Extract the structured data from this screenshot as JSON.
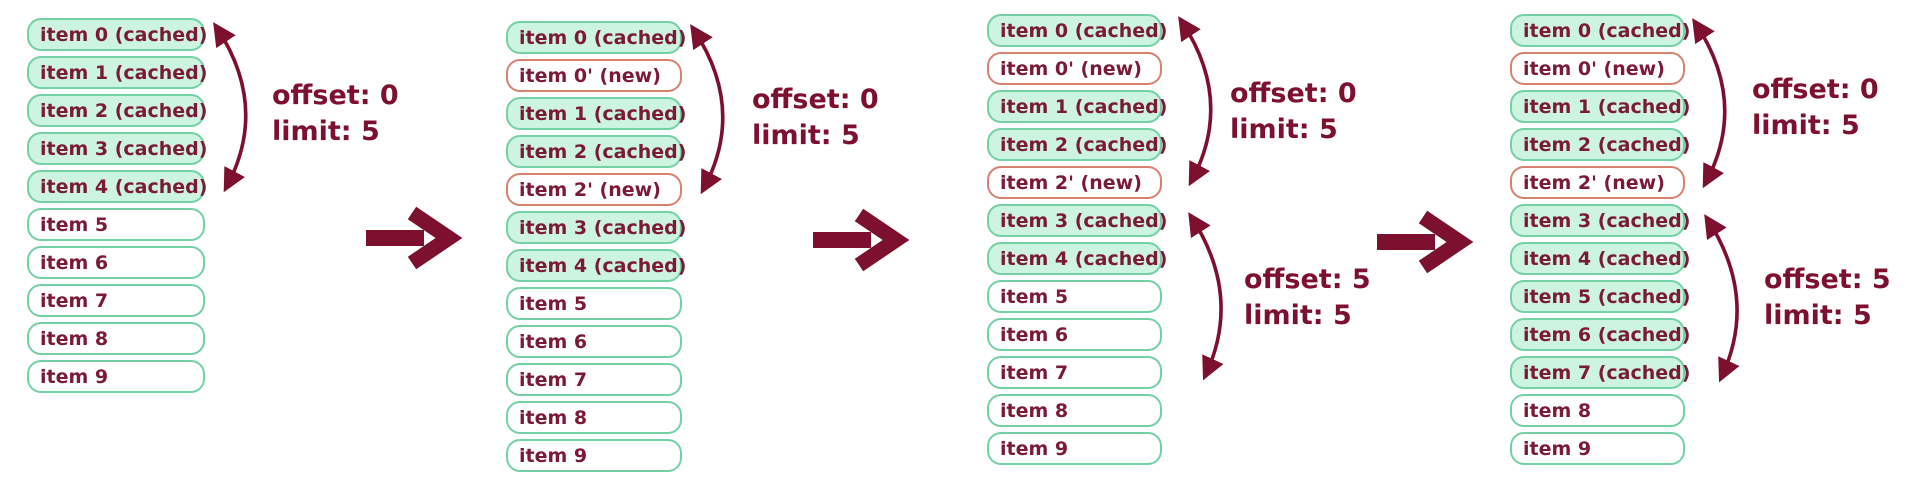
{
  "colors": {
    "accent": "#7d102f",
    "item_text": "#7b1a36",
    "cached_fill": "#cdf4e0",
    "mint_border": "#74d0a5",
    "new_fill": "#ffffff",
    "new_border": "#d6826f",
    "plain_fill": "#ffffff"
  },
  "legend": {
    "cached_state": "cached",
    "new_state": "new",
    "plain_state": "plain"
  },
  "panels": [
    {
      "name": "step-1-initial-cached-page",
      "items": [
        {
          "label": "item 0 (cached)",
          "state": "cached"
        },
        {
          "label": "item 1 (cached)",
          "state": "cached"
        },
        {
          "label": "item 2 (cached)",
          "state": "cached"
        },
        {
          "label": "item 3 (cached)",
          "state": "cached"
        },
        {
          "label": "item 4 (cached)",
          "state": "cached"
        },
        {
          "label": "item 5",
          "state": "plain"
        },
        {
          "label": "item 6",
          "state": "plain"
        },
        {
          "label": "item 7",
          "state": "plain"
        },
        {
          "label": "item 8",
          "state": "plain"
        },
        {
          "label": "item 9",
          "state": "plain"
        }
      ],
      "annotations": [
        {
          "lines": [
            "offset: 0",
            "limit: 5"
          ]
        }
      ]
    },
    {
      "name": "step-2-new-items-inserted",
      "items": [
        {
          "label": "item 0 (cached)",
          "state": "cached"
        },
        {
          "label": "item 0' (new)",
          "state": "new"
        },
        {
          "label": "item 1 (cached)",
          "state": "cached"
        },
        {
          "label": "item 2 (cached)",
          "state": "cached"
        },
        {
          "label": "item 2' (new)",
          "state": "new"
        },
        {
          "label": "item 3 (cached)",
          "state": "cached"
        },
        {
          "label": "item 4 (cached)",
          "state": "cached"
        },
        {
          "label": "item 5",
          "state": "plain"
        },
        {
          "label": "item 6",
          "state": "plain"
        },
        {
          "label": "item 7",
          "state": "plain"
        },
        {
          "label": "item 8",
          "state": "plain"
        },
        {
          "label": "item 9",
          "state": "plain"
        }
      ],
      "annotations": [
        {
          "lines": [
            "offset: 0",
            "limit: 5"
          ]
        }
      ]
    },
    {
      "name": "step-3-second-page-requested",
      "items": [
        {
          "label": "item 0 (cached)",
          "state": "cached"
        },
        {
          "label": "item 0' (new)",
          "state": "new"
        },
        {
          "label": "item 1 (cached)",
          "state": "cached"
        },
        {
          "label": "item 2 (cached)",
          "state": "cached"
        },
        {
          "label": "item 2' (new)",
          "state": "new"
        },
        {
          "label": "item 3 (cached)",
          "state": "cached"
        },
        {
          "label": "item 4 (cached)",
          "state": "cached"
        },
        {
          "label": "item 5",
          "state": "plain"
        },
        {
          "label": "item 6",
          "state": "plain"
        },
        {
          "label": "item 7",
          "state": "plain"
        },
        {
          "label": "item 8",
          "state": "plain"
        },
        {
          "label": "item 9",
          "state": "plain"
        }
      ],
      "annotations": [
        {
          "lines": [
            "offset: 0",
            "limit: 5"
          ]
        },
        {
          "lines": [
            "offset: 5",
            "limit: 5"
          ]
        }
      ]
    },
    {
      "name": "step-4-second-page-cached",
      "items": [
        {
          "label": "item 0 (cached)",
          "state": "cached"
        },
        {
          "label": "item 0' (new)",
          "state": "new"
        },
        {
          "label": "item 1 (cached)",
          "state": "cached"
        },
        {
          "label": "item 2 (cached)",
          "state": "cached"
        },
        {
          "label": "item 2' (new)",
          "state": "new"
        },
        {
          "label": "item 3 (cached)",
          "state": "cached"
        },
        {
          "label": "item 4 (cached)",
          "state": "cached"
        },
        {
          "label": "item 5 (cached)",
          "state": "cached"
        },
        {
          "label": "item 6 (cached)",
          "state": "cached"
        },
        {
          "label": "item 7 (cached)",
          "state": "cached"
        },
        {
          "label": "item 8",
          "state": "plain"
        },
        {
          "label": "item 9",
          "state": "plain"
        }
      ],
      "annotations": [
        {
          "lines": [
            "offset: 0",
            "limit: 5"
          ]
        },
        {
          "lines": [
            "offset: 5",
            "limit: 5"
          ]
        }
      ]
    }
  ]
}
